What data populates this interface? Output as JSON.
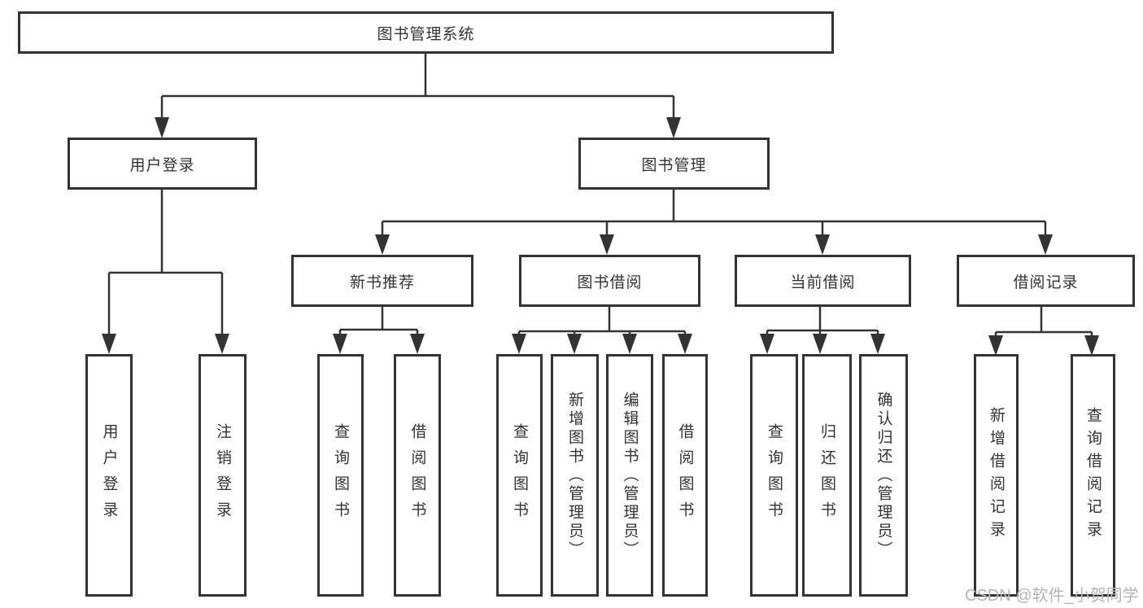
{
  "colors": {
    "line": "#333333",
    "box_border": "#333333",
    "text": "#333333",
    "watermark": "#b4b4b4",
    "background": "#ffffff"
  },
  "tree": {
    "root": {
      "label": "图书管理系统"
    },
    "branches": [
      {
        "label": "用户登录",
        "children": [
          {
            "label": "用户登录"
          },
          {
            "label": "注销登录"
          }
        ]
      },
      {
        "label": "图书管理",
        "children": [
          {
            "label": "新书推荐",
            "children": [
              {
                "label": "查询图书"
              },
              {
                "label": "借阅图书"
              }
            ]
          },
          {
            "label": "图书借阅",
            "children": [
              {
                "label": "查询图书"
              },
              {
                "label": "新增图书（管理员）"
              },
              {
                "label": "编辑图书（管理员）"
              },
              {
                "label": "借阅图书"
              }
            ]
          },
          {
            "label": "当前借阅",
            "children": [
              {
                "label": "查询图书"
              },
              {
                "label": "归还图书"
              },
              {
                "label": "确认归还（管理员）"
              }
            ]
          },
          {
            "label": "借阅记录",
            "children": [
              {
                "label": "新增借阅记录"
              },
              {
                "label": "查询借阅记录"
              }
            ]
          }
        ]
      }
    ]
  },
  "watermark": {
    "text": "CSDN @软件_小贺同学"
  }
}
